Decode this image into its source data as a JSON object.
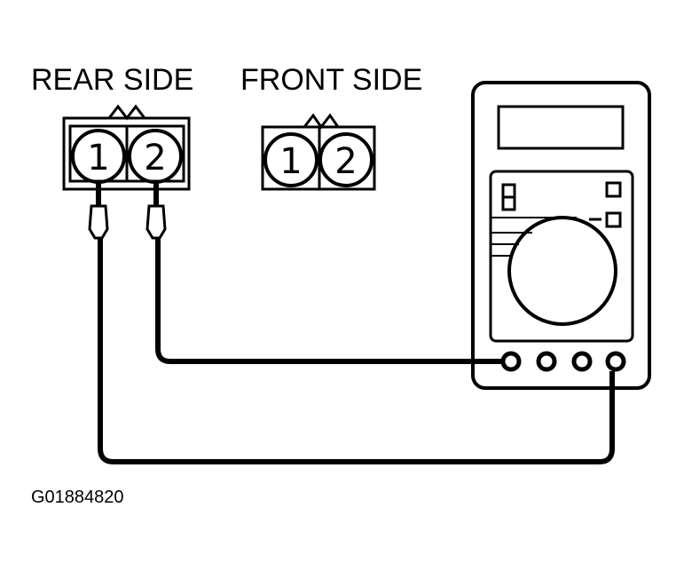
{
  "labels": {
    "rear_side": "REAR SIDE",
    "front_side": "FRONT SIDE",
    "figure_code": "G01884820"
  },
  "connectors": {
    "rear": {
      "pins": [
        "1",
        "2"
      ]
    },
    "front": {
      "pins": [
        "1",
        "2"
      ]
    }
  },
  "colors": {
    "ink": "#000000",
    "paper": "#ffffff"
  }
}
